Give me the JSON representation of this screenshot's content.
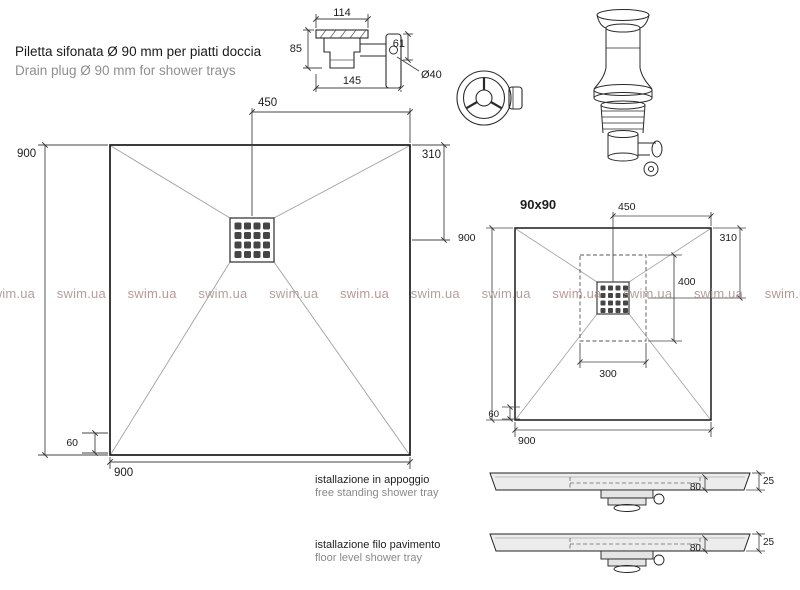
{
  "title": {
    "it": "Piletta sifonata Ø 90 mm per piatti doccia",
    "en": "Drain plug Ø 90 mm for shower trays"
  },
  "drain_side_view": {
    "width_top": "114",
    "height_left": "85",
    "height_right": "61",
    "width_bottom": "145",
    "outlet_diameter": "Ø40"
  },
  "main_tray": {
    "drain_offset_x": "450",
    "side_left": "900",
    "drain_offset_y": "310",
    "edge": "60",
    "side_bottom": "900"
  },
  "small_tray": {
    "label": "90x90",
    "drain_offset_x": "450",
    "side_left": "900",
    "drain_offset_y": "310",
    "recess_height": "400",
    "recess_width": "300",
    "edge": "60",
    "side_bottom": "900"
  },
  "sections": {
    "free_standing": {
      "label_it": "istallazione in appoggio",
      "label_en": "free standing shower tray",
      "thickness": "25",
      "recess_depth": "80"
    },
    "floor_level": {
      "label_it": "istallazione filo pavimento",
      "label_en": "floor level shower tray",
      "thickness": "25",
      "recess_depth": "80"
    }
  },
  "watermark": {
    "text": "swim.ua"
  },
  "colors": {
    "line": "#1a1a1a",
    "dimension_line": "#444444",
    "text_secondary": "#8f8f8f",
    "watermark": "#a89694",
    "section_fill": "#ececec"
  }
}
